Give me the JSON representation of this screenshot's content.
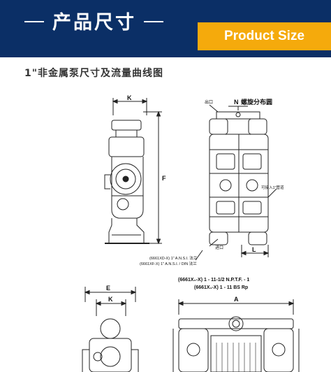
{
  "header": {
    "title_cn": "产品尺寸",
    "title_en": "Product Size"
  },
  "section": {
    "title": "1\"非金属泵尺寸及流量曲线图"
  },
  "drawing": {
    "dim_k": "K",
    "dim_f": "F",
    "dim_n": "N",
    "bolt_circle": "螺旋分布圆",
    "outlet": "出口",
    "inlet": "进口",
    "rotatable_note": "可接入1\"管道",
    "dim_l": "L",
    "note_ansi": "(6661XD-X) 1\" A.N.S.I. 法兰",
    "note_din": "(6661XF-X) 1\" A.N.S.I. / DIN 法兰",
    "dim_e": "E",
    "dim_k2": "K",
    "dim_a": "A",
    "thread_npt": "(6661X₀-X) 1 - 11-1/2 N.P.T.F. - 1",
    "thread_bs": "(6661X₁-X) 1 - 11 BS Rp"
  },
  "colors": {
    "banner": "#0b2f66",
    "accent": "#f5aa0c"
  }
}
